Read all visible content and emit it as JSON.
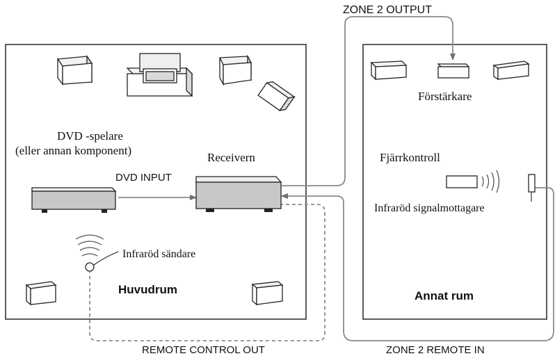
{
  "labels": {
    "zone2_output": "ZONE 2 OUTPUT",
    "dvd_player": "DVD -spelare",
    "other_component": "(eller annan komponent)",
    "receiver": "Receivern",
    "dvd_input": "DVD INPUT",
    "ir_emitter": "Infraröd sändare",
    "main_room": "Huvudrum",
    "remote_control_out": "REMOTE CONTROL OUT",
    "amplifier": "Förstärkare",
    "remote_control": "Fjärrkontroll",
    "ir_receiver": "Infraröd signalmottagare",
    "other_room": "Annat rum",
    "zone2_remote_in": "ZONE 2 REMOTE IN"
  },
  "colors": {
    "room_border": "#333333",
    "cable": "#8a8a8a",
    "device_front": "#c8c8c8"
  },
  "icons": [
    "speaker-icon",
    "tv-icon",
    "dvd-player-icon",
    "receiver-icon",
    "amplifier-icon",
    "remote-control-icon",
    "ir-emitter-icon",
    "ir-receiver-icon",
    "arrow-icon"
  ]
}
